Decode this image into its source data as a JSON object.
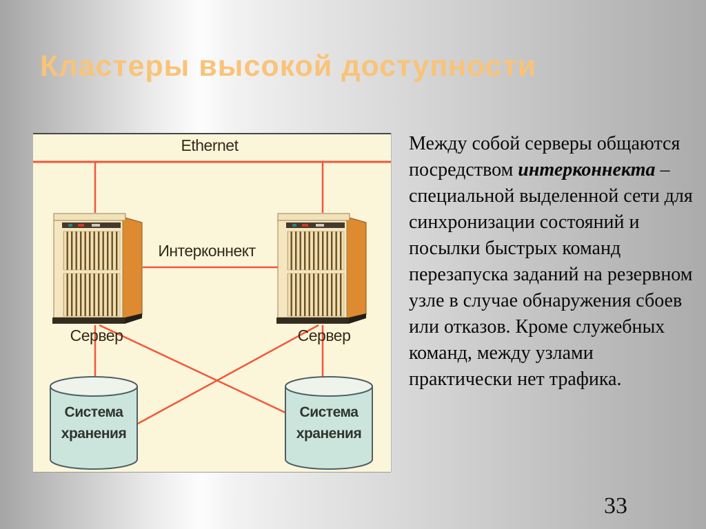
{
  "slide": {
    "title": "Кластеры высокой доступности",
    "page_number": "33",
    "title_color": "#f9c378",
    "background_style": "metallic gray horizontal gradient"
  },
  "diagram": {
    "panel_bg": "#fbf5da",
    "connection_line_color": "#f2573a",
    "ethernet_label": "Ethernet",
    "interconnect_label": "Интерконнект",
    "server_left_label": "Сервер",
    "server_right_label": "Сервер",
    "storage_left_line1": "Система",
    "storage_left_line2": "хранения",
    "storage_right_line1": "Система",
    "storage_right_line2": "хранения",
    "server_side_color": "#de8a31",
    "server_front_color": "#f5e6c1",
    "storage_body_color": "#cce5dc"
  },
  "body_text": {
    "part1": "Между собой серверы общаются посредством ",
    "emphasis": "интерконнекта",
    "part2": " – специальной выделенной сети для синхронизации состояний и посылки быстрых команд перезапуска заданий на резервном узле в случае обнаружения сбоев или отказов. Кроме служебных команд, между узлами практически нет трафика."
  }
}
